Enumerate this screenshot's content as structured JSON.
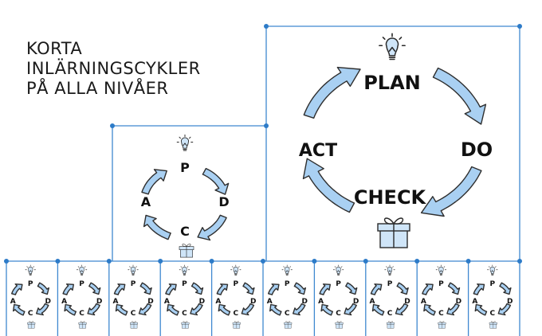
{
  "title": {
    "lines": [
      "KORTA",
      "INLÄRNINGSCYKLER",
      "PÅ ALLA NIVÅER"
    ]
  },
  "cycle_large": {
    "plan": "PLAN",
    "do": "DO",
    "check": "CHECK",
    "act": "ACT"
  },
  "cycle_medium": {
    "plan": "P",
    "do": "D",
    "check": "C",
    "act": "A"
  },
  "cycle_small": {
    "plan": "P",
    "do": "D",
    "check": "C",
    "act": "A",
    "count": 10
  },
  "colors": {
    "frame": "#3f88d0",
    "arrow_fill": "#a9d0f2",
    "ink": "#2a2a2a"
  },
  "icons": {
    "top": "lightbulb-icon",
    "bottom": "gift-icon"
  }
}
